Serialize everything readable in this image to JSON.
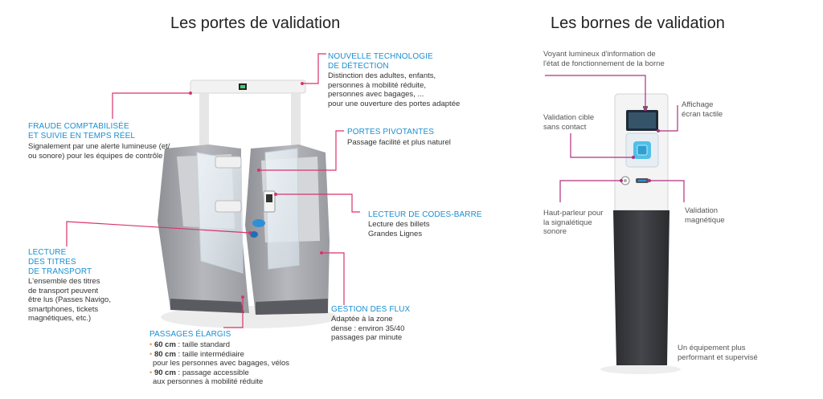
{
  "titles": {
    "left": "Les portes de validation",
    "right": "Les bornes de validation"
  },
  "gate": {
    "detection": {
      "title_lines": [
        "NOUVELLE TECHNOLOGIE",
        "DE DÉTECTION"
      ],
      "text": "Distinction des adultes, enfants,\npersonnes à mobilité réduite,\npersonnes avec bagages, ...\npour une ouverture des portes adaptée"
    },
    "fraude": {
      "title_lines": [
        "FRAUDE COMPTABILISÉE",
        "ET SUIVIE EN TEMPS RÉEL"
      ],
      "text": "Signalement par une alerte lumineuse (et/\nou sonore) pour les équipes de contrôle"
    },
    "portes": {
      "title": "PORTES PIVOTANTES",
      "text": "Passage facilité et plus naturel"
    },
    "lecteur": {
      "title": "LECTEUR DE CODES-BARRE",
      "text": "Lecture des billets\nGrandes Lignes"
    },
    "lecture": {
      "title_lines": [
        "LECTURE",
        "DES TITRES",
        "DE TRANSPORT"
      ],
      "text": "L'ensemble des titres\nde transport peuvent\nêtre lus (Passes Navigo,\nsmartphones, tickets\nmagnétiques, etc.)"
    },
    "flux": {
      "title": "GESTION DES FLUX",
      "text": "Adaptée à la zone\ndense : environ 35/40\npassages par minute"
    },
    "passages": {
      "title": "PASSAGES ÉLARGIS",
      "items": [
        {
          "bold": "60 cm",
          "rest": " : taille standard",
          "cont": ""
        },
        {
          "bold": "80 cm",
          "rest": " : taille intermédiaire",
          "cont": "pour les personnes avec bagages, vélos"
        },
        {
          "bold": "90 cm",
          "rest": " : passage accessible",
          "cont": "aux personnes à mobilité réduite"
        }
      ]
    }
  },
  "borne": {
    "voyant": "Voyant lumineux d'information de\nl'état de fonctionnement de la borne",
    "validation_cible": "Validation cible\nsans contact",
    "affichage": "Affichage\nécran tactile",
    "haut_parleur": "Haut-parleur pour\nla signalétique\nsonore",
    "validation_magnetique": "Validation\nmagnétique",
    "equipement": "Un équipement plus\nperformant et supervisé"
  },
  "colors": {
    "accent_blue": "#1a8fd0",
    "line_red": "#d9336b",
    "line_purple": "#b03080",
    "bullet_orange": "#e0a040"
  }
}
